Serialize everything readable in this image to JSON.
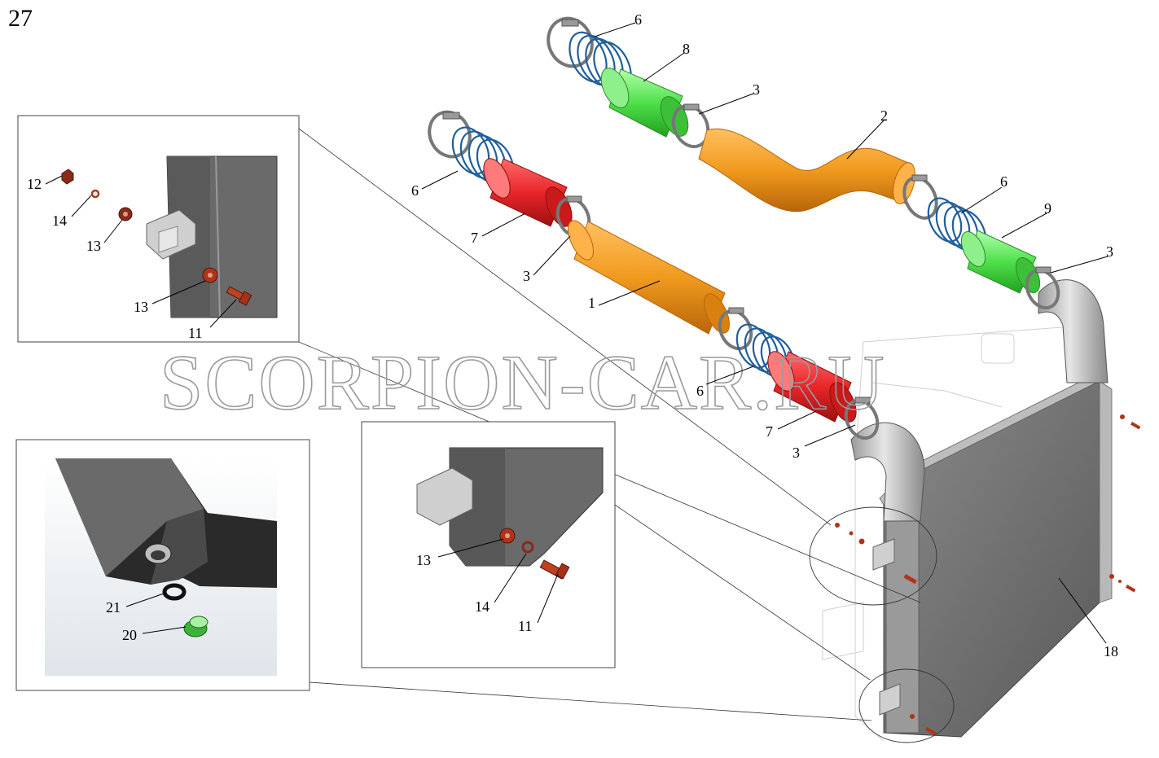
{
  "page_number": "27",
  "watermark": "SCORPION-CAR.RU",
  "colors": {
    "hose_orange": "#f09a1e",
    "coupling_red": "#e8262a",
    "coupling_green": "#4fe04a",
    "clamp_grey": "#8a8a8a",
    "spring_blue": "#1f5f9a",
    "radiator_grey": "#707070",
    "fastener_brown": "#b0341c"
  },
  "callouts": {
    "c1": "1",
    "c2": "2",
    "c3a": "3",
    "c3b": "3",
    "c3c": "3",
    "c3d": "3",
    "c6a": "6",
    "c6b": "6",
    "c6c": "6",
    "c6d": "6",
    "c7a": "7",
    "c7b": "7",
    "c8": "8",
    "c9": "9",
    "c18": "18",
    "i1_12": "12",
    "i1_14": "14",
    "i1_13a": "13",
    "i1_13b": "13",
    "i1_11": "11",
    "i2_13": "13",
    "i2_14": "14",
    "i2_11": "11",
    "i3_21": "21",
    "i3_20": "20"
  }
}
